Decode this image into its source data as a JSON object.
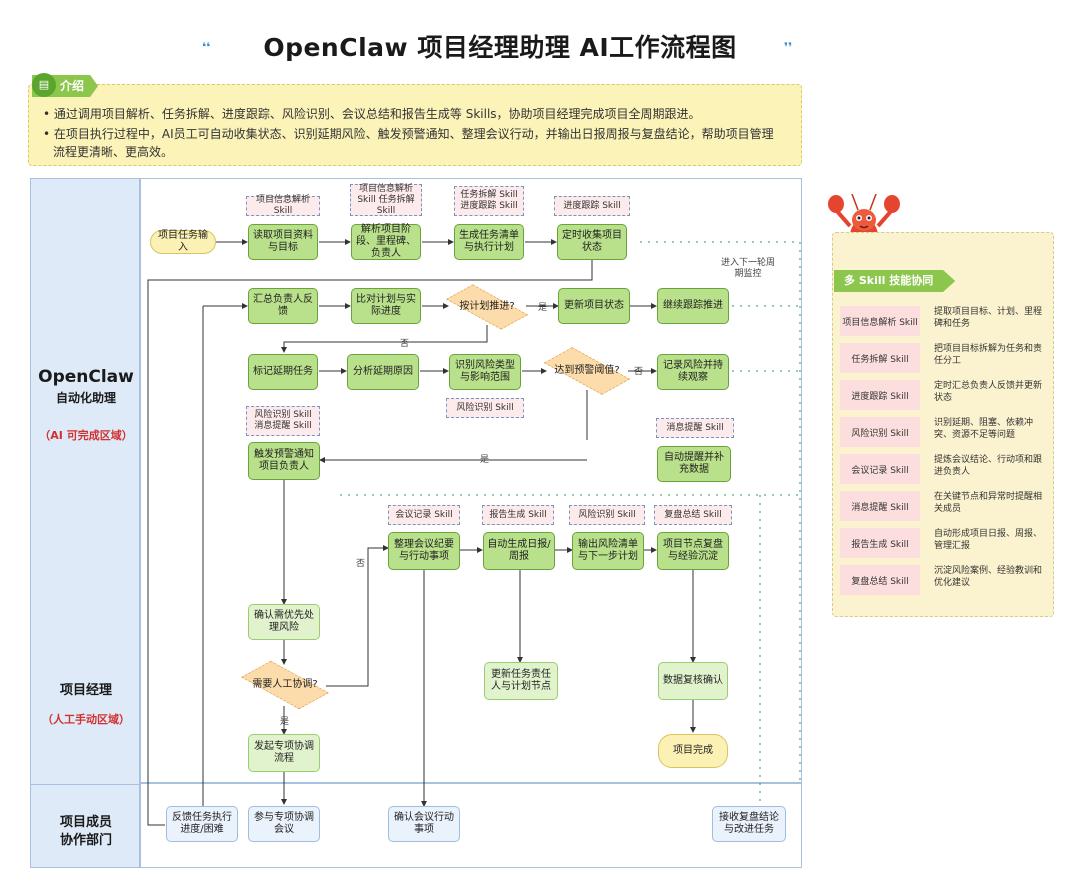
{
  "title": "OpenClaw 项目经理助理 AI工作流程图",
  "intro": {
    "tag": "介绍",
    "icon": "intro-icon",
    "bullets": [
      "• 通过调用项目解析、任务拆解、进度跟踪、风险识别、会议总结和报告生成等 Skills，协助项目经理完成项目全周期跟进。",
      "• 在项目执行过程中，AI员工可自动收集状态、识别延期风险、触发预警通知、整理会议行动，并输出日报周报与复盘结论，帮助项目管理",
      "流程更清晰、更高效。"
    ]
  },
  "lanes": {
    "ai_title": "OpenClaw",
    "ai_sub": "自动化助理",
    "ai_note": "（AI 可完成区域）",
    "pm_title": "项目经理",
    "pm_note": "（人工手动区域）",
    "mem_title_1": "项目成员",
    "mem_title_2": "协作部门"
  },
  "nodes": {
    "start": "项目任务输入",
    "n1": "读取项目资料与目标",
    "n2": "解析项目阶段、里程碑、负责人",
    "n3": "生成任务清单与执行计划",
    "n4": "定时收集项目状态",
    "n5": "汇总负责人反馈",
    "n6": "比对计划与实际进度",
    "d1": "按计划推进?",
    "n7": "更新项目状态",
    "n8": "继续跟踪推进",
    "n9": "标记延期任务",
    "n10": "分析延期原因",
    "n11": "识别风险类型与影响范围",
    "d2": "达到预警阈值?",
    "n12": "记录风险并持续观察",
    "n13": "触发预警通知项目负责人",
    "n14": "自动提醒并补充数据",
    "n15": "整理会议纪要与行动事项",
    "n16": "自动生成日报/周报",
    "n17": "输出风险清单与下一步计划",
    "n18": "项目节点复盘与经验沉淀",
    "pm1": "确认需优先处理风险",
    "pm_d": "需要人工协调?",
    "pm2": "发起专项协调流程",
    "pm3": "更新任务责任人与计划节点",
    "pm4": "数据复核确认",
    "pm5": "项目完成",
    "m1": "反馈任务执行进度/困难",
    "m2": "参与专项协调会议",
    "m3": "确认会议行动事项",
    "m4": "接收复盘结论与改进任务"
  },
  "skills": {
    "s1": "项目信息解析 Skill",
    "s2": "项目信息解析 Skill 任务拆解 Skill",
    "s3": "任务拆解 Skill 进度跟踪 Skill",
    "s4": "进度跟踪 Skill",
    "s5": "风险识别 Skill",
    "s6": "风险识别 Skill 消息提醒 Skill",
    "s7": "消息提醒 Skill",
    "s8": "会议记录 Skill",
    "s9": "报告生成 Skill",
    "s10": "风险识别 Skill",
    "s11": "复盘总结 Skill"
  },
  "labels": {
    "yes": "是",
    "no": "否",
    "enter": "进入下一轮周期监控"
  },
  "panel": {
    "tag": "多 Skill 技能协同",
    "rows": [
      {
        "name": "项目信息解析 Skill",
        "desc": "提取项目目标、计划、里程碑和任务"
      },
      {
        "name": "任务拆解 Skill",
        "desc": "把项目目标拆解为任务和责任分工"
      },
      {
        "name": "进度跟踪 Skill",
        "desc": "定时汇总负责人反馈并更新状态"
      },
      {
        "name": "风险识别 Skill",
        "desc": "识别延期、阻塞、依赖冲突、资源不足等问题"
      },
      {
        "name": "会议记录 Skill",
        "desc": "提炼会议结论、行动项和跟进负责人"
      },
      {
        "name": "消息提醒 Skill",
        "desc": "在关键节点和异常时提醒相关成员"
      },
      {
        "name": "报告生成 Skill",
        "desc": "自动形成项目日报、周报、管理汇报"
      },
      {
        "name": "复盘总结 Skill",
        "desc": "沉淀风险案例、经验教训和优化建议"
      }
    ]
  },
  "colors": {
    "node_green": "#b9e08a",
    "lane_blue": "#dfeaf8",
    "skill_pink": "#fdeaea",
    "diamond_orange": "#fcdcaa",
    "note_yellow": "#fbf3b8",
    "accent_red": "#d2302f",
    "tag_green": "#8dc64d"
  }
}
